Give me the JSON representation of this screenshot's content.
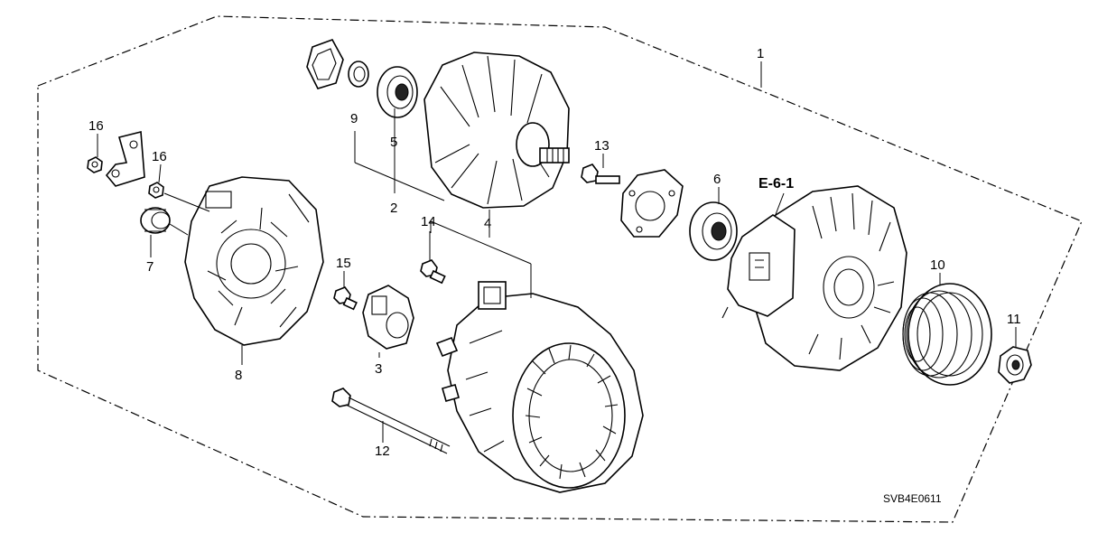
{
  "diagram": {
    "callouts": [
      {
        "id": "c1",
        "text": "1"
      },
      {
        "id": "c2",
        "text": "2"
      },
      {
        "id": "c3",
        "text": "3"
      },
      {
        "id": "c4",
        "text": "4"
      },
      {
        "id": "c5",
        "text": "5"
      },
      {
        "id": "c6",
        "text": "6"
      },
      {
        "id": "c7",
        "text": "7"
      },
      {
        "id": "c8",
        "text": "8"
      },
      {
        "id": "c9",
        "text": "9"
      },
      {
        "id": "c10",
        "text": "10"
      },
      {
        "id": "c11",
        "text": "11"
      },
      {
        "id": "c12",
        "text": "12"
      },
      {
        "id": "c13",
        "text": "13"
      },
      {
        "id": "c14",
        "text": "14"
      },
      {
        "id": "c15",
        "text": "15"
      },
      {
        "id": "c16a",
        "text": "16"
      },
      {
        "id": "c16b",
        "text": "16"
      }
    ],
    "section_reference": "E-6-1",
    "diagram_code": "SVB4E0611"
  }
}
